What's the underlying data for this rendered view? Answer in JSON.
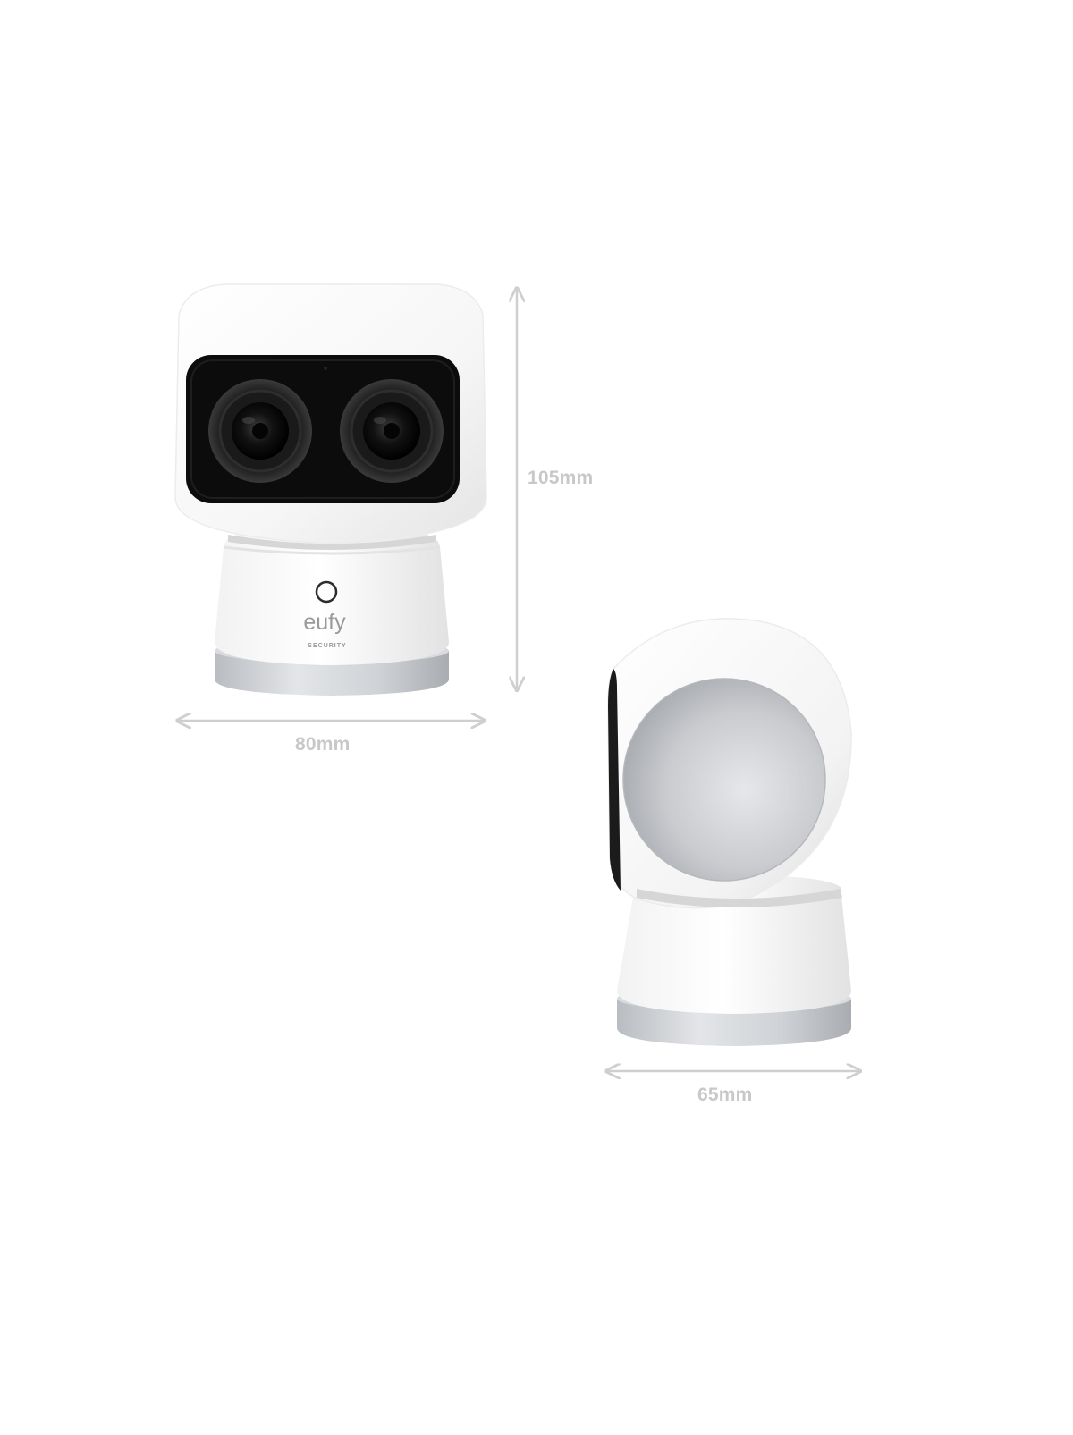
{
  "brand": {
    "logo_text": "eufy",
    "logo_subtext": "SECURITY"
  },
  "dimensions": {
    "height": "105mm",
    "width_front": "80mm",
    "width_side": "65mm"
  },
  "colors": {
    "background": "#ffffff",
    "camera_body": "#f7f7f7",
    "lens_panel": "#0c0c0c",
    "metal_base": "#c4c7cc",
    "dimension_lines": "#cfcfcf",
    "dimension_text": "#c8c8c8"
  }
}
